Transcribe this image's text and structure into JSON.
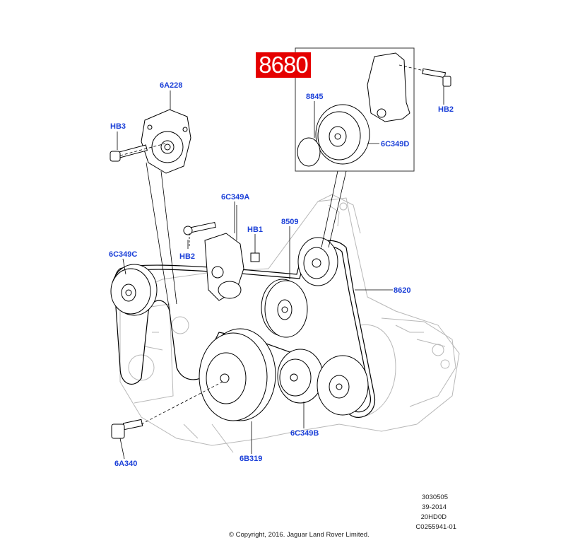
{
  "callout_main": "8680",
  "labels": {
    "6A228": "6A228",
    "HB3": "HB3",
    "6C349A": "6C349A",
    "HB1": "HB1",
    "HB2_left": "HB2",
    "6C349C": "6C349C",
    "8509": "8509",
    "8620": "8620",
    "8845": "8845",
    "6C349D": "6C349D",
    "HB2_right": "HB2",
    "6C349B": "6C349B",
    "6B319": "6B319",
    "6A340": "6A340"
  },
  "meta": {
    "line1": "3030505",
    "line2": "39-2014",
    "line3": "20HD0D",
    "line4": "C0255941-01"
  },
  "copyright": "© Copyright, 2016. Jaguar Land Rover Limited.",
  "colors": {
    "label": "#1a3fd8",
    "callout_bg": "#e50000",
    "line": "#000000",
    "ghost": "#b8b8b8"
  }
}
